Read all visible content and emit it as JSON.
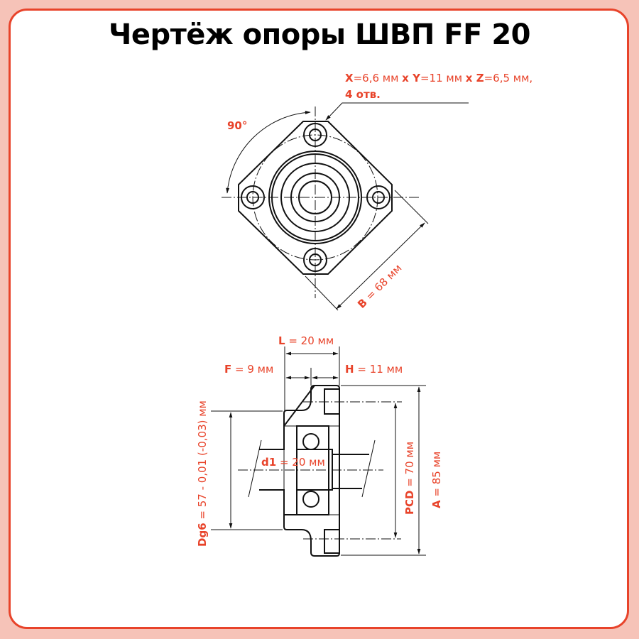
{
  "title": "Чертёж опоры ШВП FF 20",
  "colors": {
    "accent": "#e8432a",
    "background": "#f6c3b8",
    "line": "#111111"
  },
  "top_view": {
    "angle": "90°",
    "holes": {
      "x_key": "X",
      "x_val": "=6,6 мм ",
      "sep1": "x ",
      "y_key": "Y",
      "y_val": "=11 мм ",
      "sep2": "x ",
      "z_key": "Z",
      "z_val": "=6,5 мм,",
      "count": "4 отв."
    },
    "b_key": "B",
    "b_val": " = 68 мм"
  },
  "side_view": {
    "l_key": "L",
    "l_val": " = 20 мм",
    "f_key": "F",
    "f_val": " = 9 мм",
    "h_key": "H",
    "h_val": " = 11 мм",
    "d1_key": "d1",
    "d1_val": " = 20 мм",
    "dg6_key": "Dg6",
    "dg6_val": " = 57 - 0,01 (-0,03) мм",
    "pcd_key": "PCD",
    "pcd_val": " = 70 мм",
    "a_key": "A",
    "a_val": " = 85 мм"
  }
}
